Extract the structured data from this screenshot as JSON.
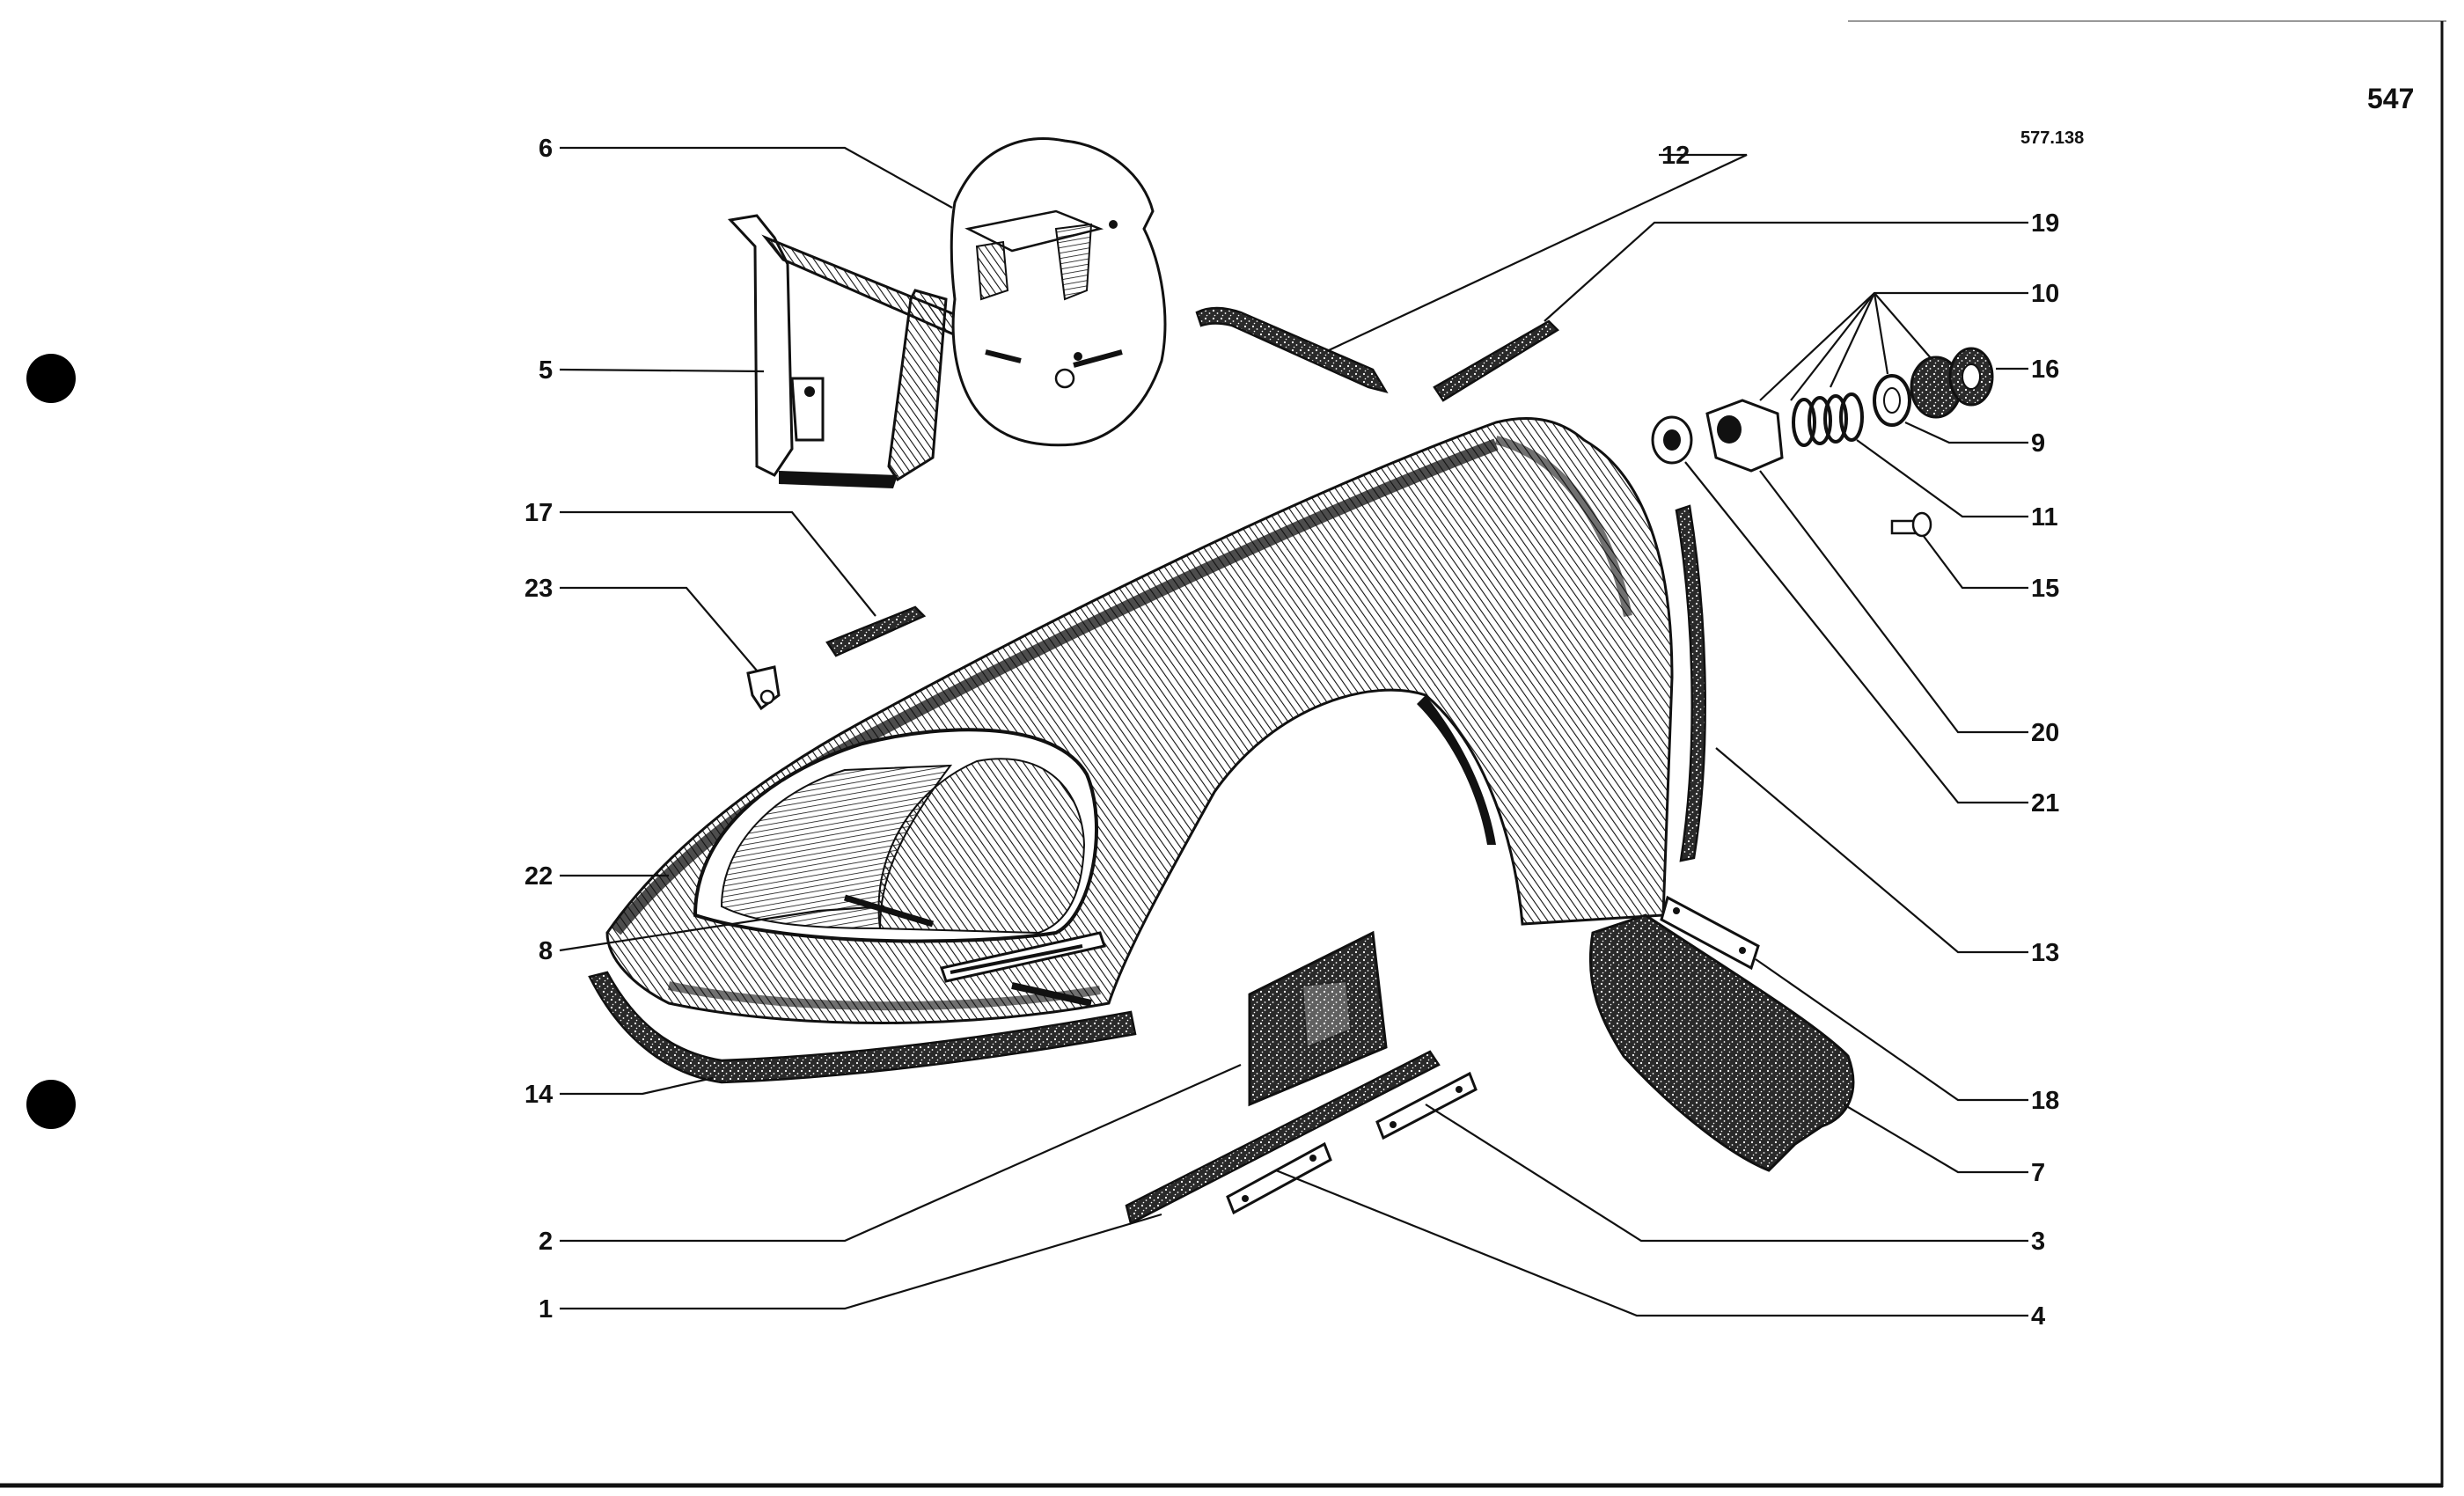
{
  "page_number": "547",
  "drawing_ref": "577.138",
  "callouts": [
    {
      "id": "c6",
      "text": "6"
    },
    {
      "id": "c5",
      "text": "5"
    },
    {
      "id": "c17",
      "text": "17"
    },
    {
      "id": "c23",
      "text": "23"
    },
    {
      "id": "c22",
      "text": "22"
    },
    {
      "id": "c8",
      "text": "8"
    },
    {
      "id": "c14",
      "text": "14"
    },
    {
      "id": "c2",
      "text": "2"
    },
    {
      "id": "c1",
      "text": "1"
    },
    {
      "id": "c12",
      "text": "12"
    },
    {
      "id": "c19",
      "text": "19"
    },
    {
      "id": "c10",
      "text": "10"
    },
    {
      "id": "c16",
      "text": "16"
    },
    {
      "id": "c9",
      "text": "9"
    },
    {
      "id": "c11",
      "text": "11"
    },
    {
      "id": "c15",
      "text": "15"
    },
    {
      "id": "c20",
      "text": "20"
    },
    {
      "id": "c21",
      "text": "21"
    },
    {
      "id": "c13",
      "text": "13"
    },
    {
      "id": "c18",
      "text": "18"
    },
    {
      "id": "c7",
      "text": "7"
    },
    {
      "id": "c3",
      "text": "3"
    },
    {
      "id": "c4",
      "text": "4"
    }
  ]
}
